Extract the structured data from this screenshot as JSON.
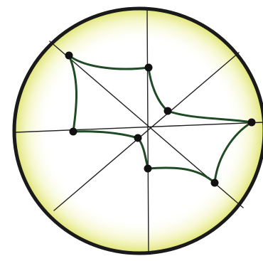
{
  "colors": {
    "background": "#ffffff",
    "disk_outline": "#1a1a1a",
    "radial_lines": "#222222",
    "polygon_edges": "#1f4a26",
    "vertex_dots": "#111111",
    "yellow_rim_tint": "#e8e87a"
  },
  "diagram": {
    "kind": "hyperbolic-disk-sketch",
    "radial_line_count": 8,
    "vertex_count": 8,
    "edge_style": "curved-inward-geodesics"
  }
}
